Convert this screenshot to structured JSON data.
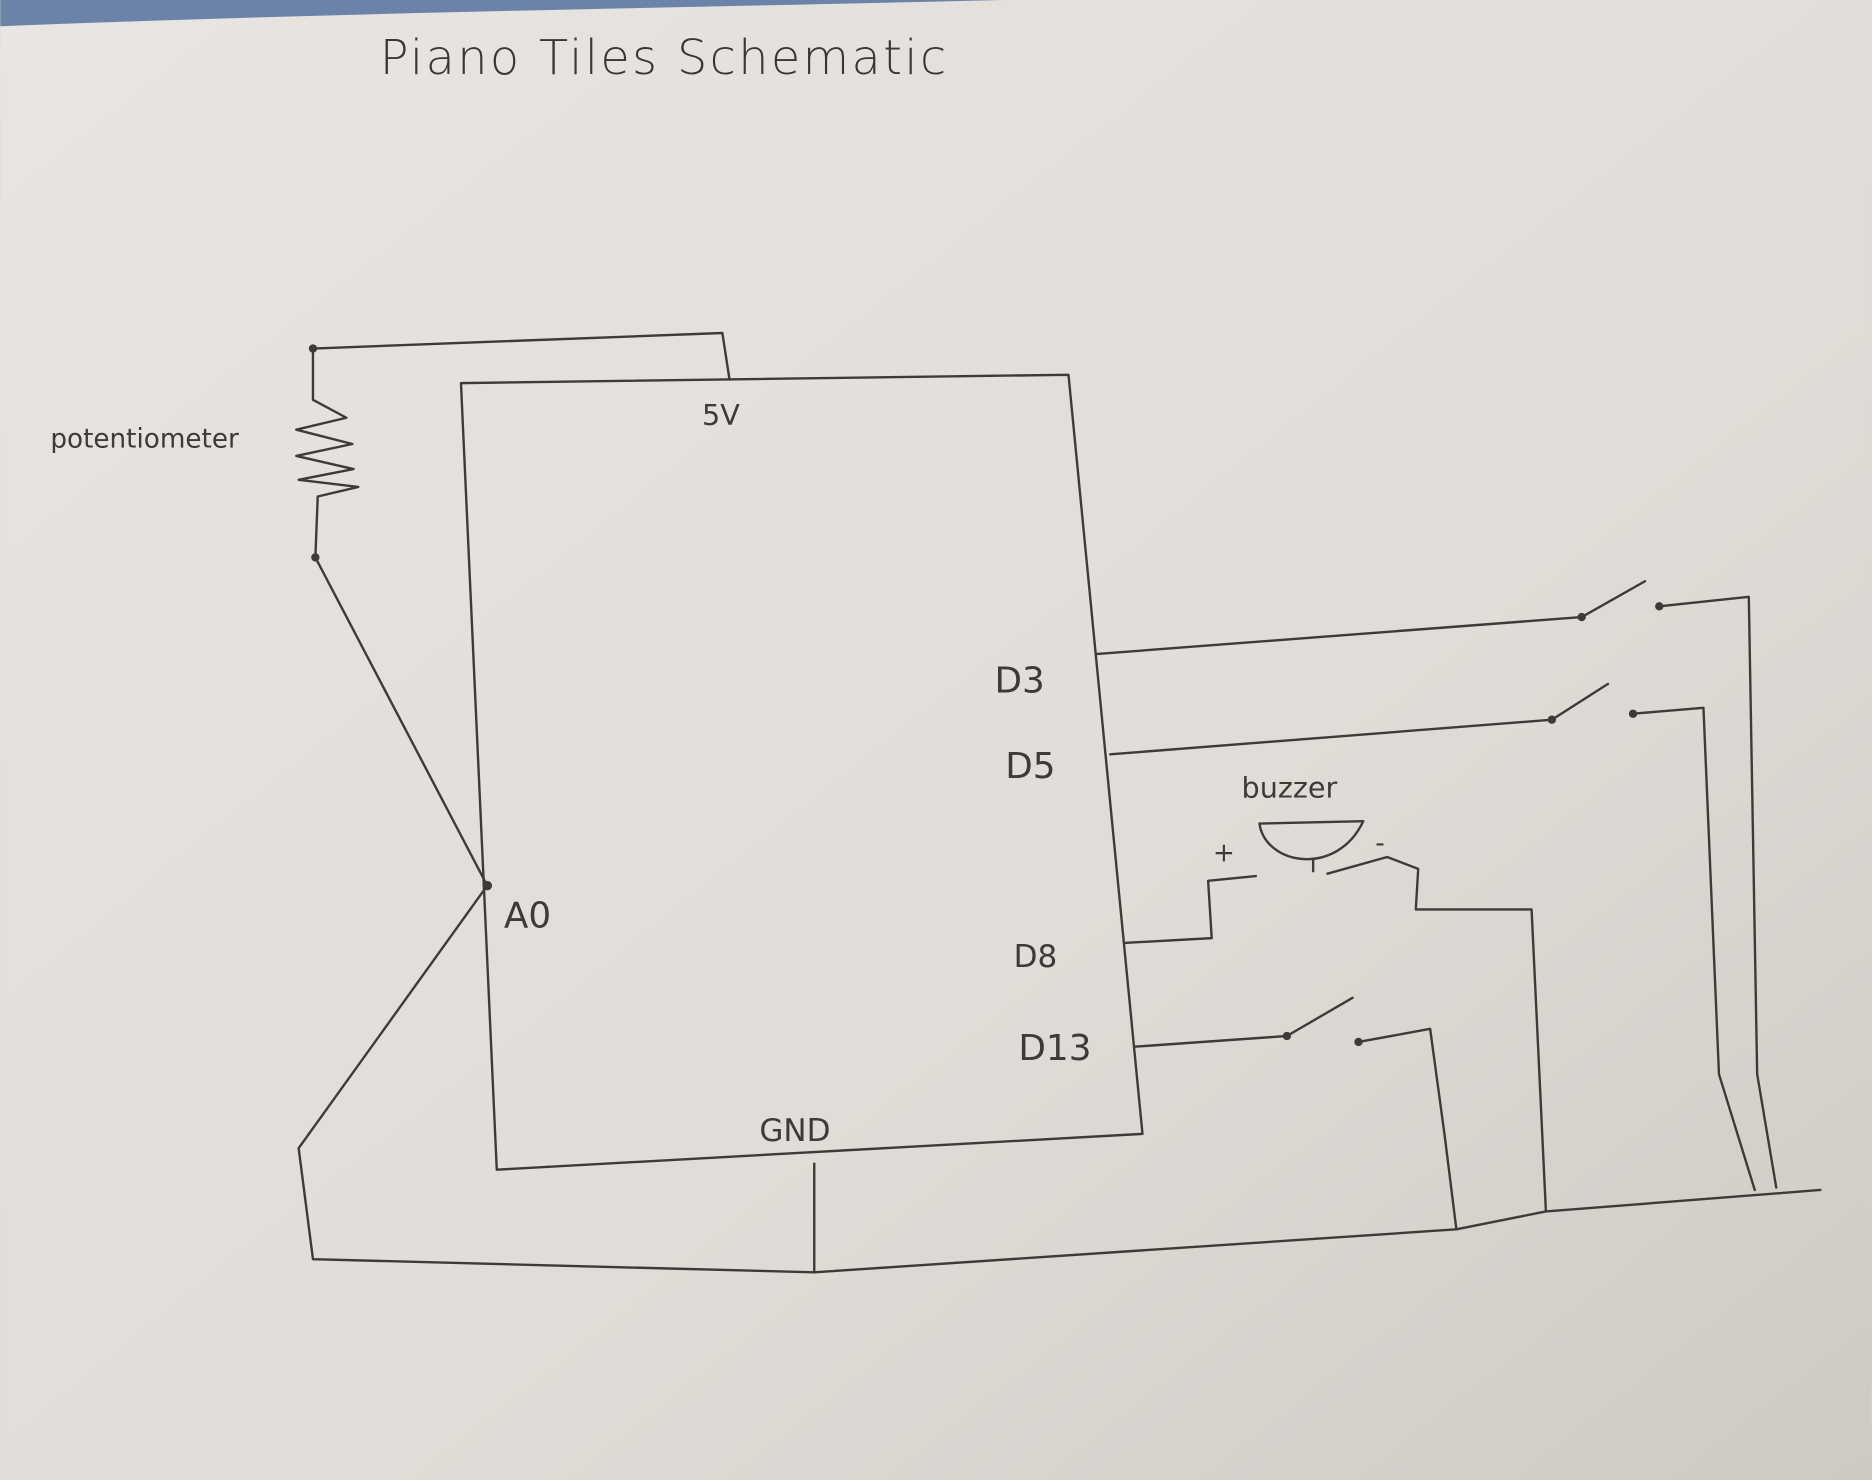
{
  "title": "Piano Tiles Schematic",
  "colors": {
    "paper": "#e4e0dc",
    "ink": "#3e3a38",
    "backdrop": "#6b83a8"
  },
  "labels": {
    "potentiometer": "potentiometer",
    "v5": "5V",
    "a0": "A0",
    "gnd": "GND",
    "d3": "D3",
    "d5": "D5",
    "d8": "D8",
    "d13": "D13",
    "buzzer": "buzzer",
    "plus": "+",
    "minus": "-"
  }
}
